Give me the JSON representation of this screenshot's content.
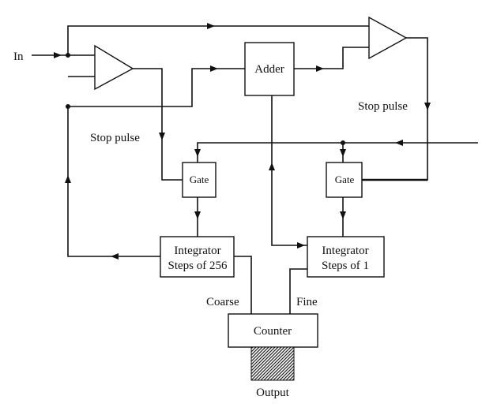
{
  "labels": {
    "input": "In",
    "adder": "Adder",
    "stop_pulse_left": "Stop pulse",
    "stop_pulse_right": "Stop pulse",
    "gate_left": "Gate",
    "gate_right": "Gate",
    "integrator_coarse_line1": "Integrator",
    "integrator_coarse_line2": "Steps of 256",
    "integrator_fine_line1": "Integrator",
    "integrator_fine_line2": "Steps of 1",
    "coarse": "Coarse",
    "fine": "Fine",
    "counter": "Counter",
    "output": "Output"
  },
  "colors": {
    "ink": "#111111",
    "background": "#ffffff"
  }
}
